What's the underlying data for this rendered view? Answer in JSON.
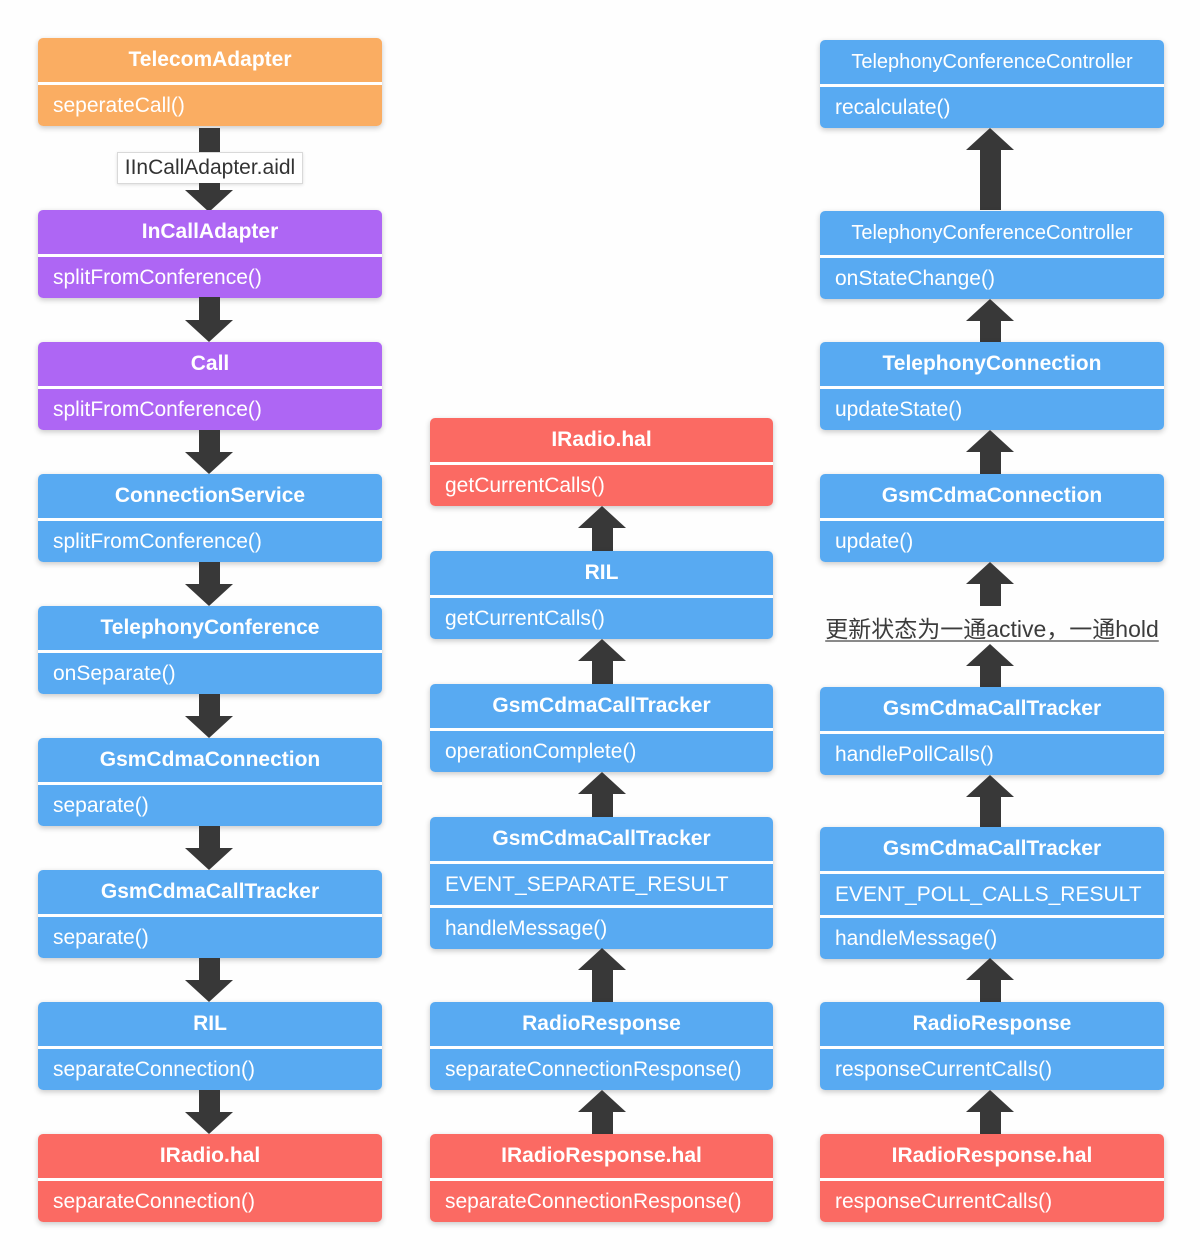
{
  "palette": {
    "orange": "#FAAD62",
    "purple": "#AE66F4",
    "blue": "#58AAF2",
    "red": "#FB6A63",
    "arrow": "#383838",
    "label_text": "#333333",
    "note_text": "#3C3C3C"
  },
  "left": {
    "arrow_label": "IInCallAdapter.aidl",
    "boxes": [
      {
        "title": "TelecomAdapter",
        "rows": [
          "seperateCall()"
        ]
      },
      {
        "title": "InCallAdapter",
        "rows": [
          "splitFromConference()"
        ]
      },
      {
        "title": "Call",
        "rows": [
          "splitFromConference()"
        ]
      },
      {
        "title": "ConnectionService",
        "rows": [
          "splitFromConference()"
        ]
      },
      {
        "title": "TelephonyConference",
        "rows": [
          "onSeparate()"
        ]
      },
      {
        "title": "GsmCdmaConnection",
        "rows": [
          "separate()"
        ]
      },
      {
        "title": "GsmCdmaCallTracker",
        "rows": [
          "separate()"
        ]
      },
      {
        "title": "RIL",
        "rows": [
          "separateConnection()"
        ]
      },
      {
        "title": "IRadio.hal",
        "rows": [
          "separateConnection()"
        ]
      }
    ]
  },
  "middle": {
    "boxes": [
      {
        "title": "IRadio.hal",
        "rows": [
          "getCurrentCalls()"
        ]
      },
      {
        "title": "RIL",
        "rows": [
          "getCurrentCalls()"
        ]
      },
      {
        "title": "GsmCdmaCallTracker",
        "rows": [
          "operationComplete()"
        ]
      },
      {
        "title": "GsmCdmaCallTracker",
        "rows": [
          "EVENT_SEPARATE_RESULT",
          "handleMessage()"
        ]
      },
      {
        "title": "RadioResponse",
        "rows": [
          "separateConnectionResponse()"
        ]
      },
      {
        "title": "IRadioResponse.hal",
        "rows": [
          "separateConnectionResponse()"
        ]
      }
    ]
  },
  "right": {
    "note": "更新状态为一通active，一通hold",
    "boxes": [
      {
        "title": "TelephonyConferenceController",
        "rows": [
          "recalculate()"
        ]
      },
      {
        "title": "TelephonyConferenceController",
        "rows": [
          "onStateChange()"
        ]
      },
      {
        "title": "TelephonyConnection",
        "rows": [
          "updateState()"
        ]
      },
      {
        "title": "GsmCdmaConnection",
        "rows": [
          "update()"
        ]
      },
      {
        "title": "GsmCdmaCallTracker",
        "rows": [
          "handlePollCalls()"
        ]
      },
      {
        "title": "GsmCdmaCallTracker",
        "rows": [
          "EVENT_POLL_CALLS_RESULT",
          "handleMessage()"
        ]
      },
      {
        "title": "RadioResponse",
        "rows": [
          "responseCurrentCalls()"
        ]
      },
      {
        "title": "IRadioResponse.hal",
        "rows": [
          "responseCurrentCalls()"
        ]
      }
    ]
  }
}
